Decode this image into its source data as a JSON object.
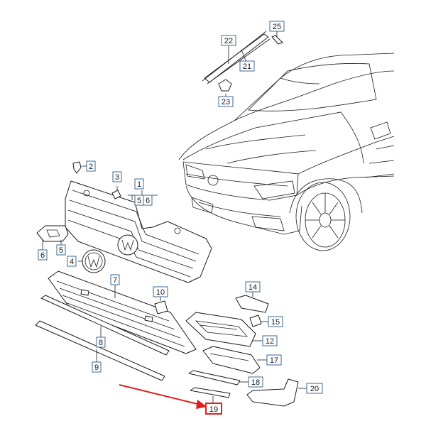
{
  "diagram": {
    "callouts": [
      "1",
      "2",
      "3",
      "4",
      "5",
      "6",
      "5",
      "6",
      "7",
      "8",
      "9",
      "10",
      "12",
      "14",
      "15",
      "17",
      "18",
      "19",
      "20",
      "21",
      "22",
      "23",
      "25"
    ],
    "highlighted_callout": "19",
    "colors": {
      "highlight": "#e02020",
      "box_border": "#3a6a9a",
      "line": "#1a1a1a"
    }
  }
}
